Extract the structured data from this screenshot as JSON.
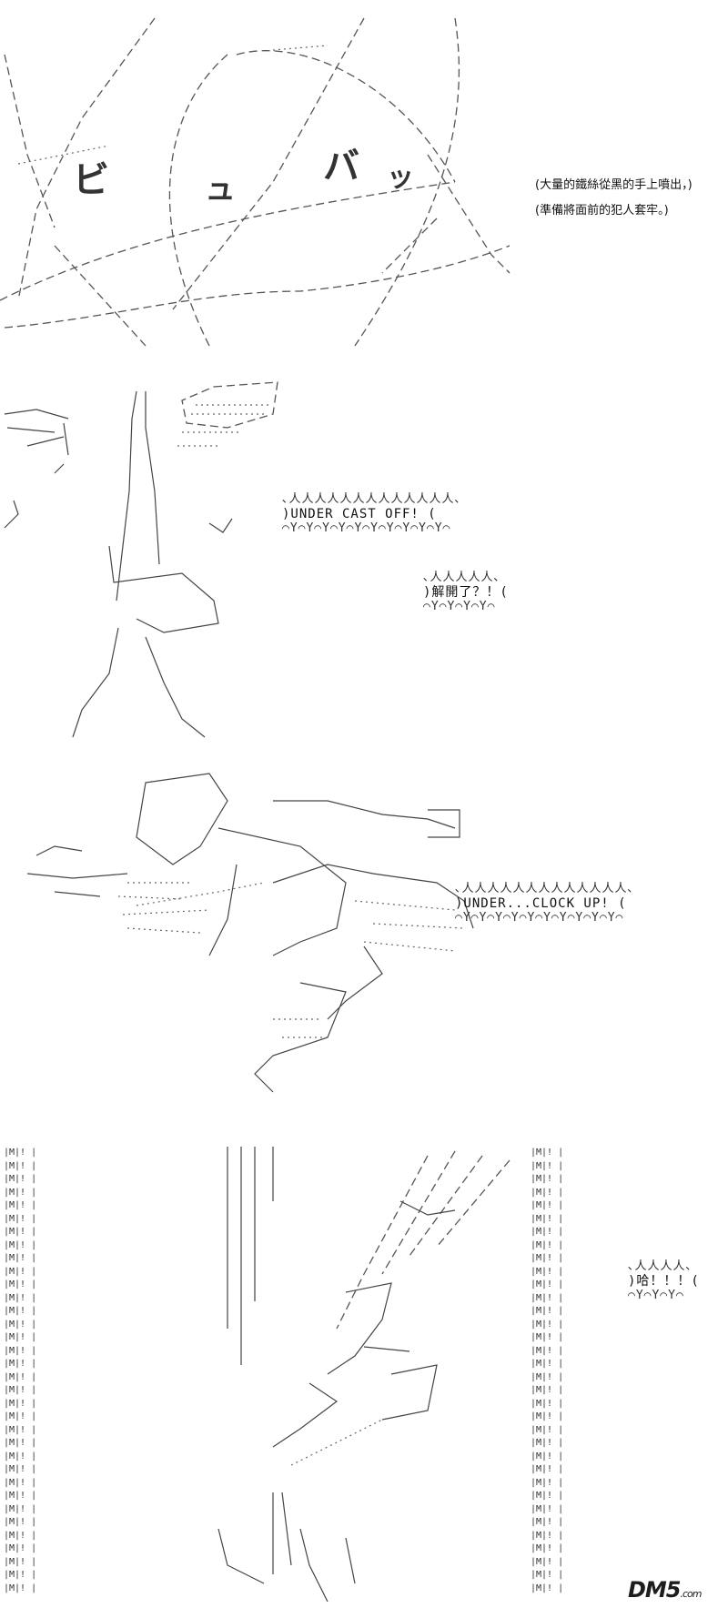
{
  "panel1": {
    "sfx": [
      "ビ",
      "ュ",
      "バ",
      "ッ"
    ],
    "captions": [
      "(大量的鐵絲從黑的手上噴出，)",
      "(準備將面前的犯人套牢。)"
    ]
  },
  "panel2": {
    "burst_top": ")UNDER CAST OFF! (",
    "burst_small": ")解開了？！(",
    "burst_deco_top": "､人人人人人人人人人人人人人､",
    "burst_deco_bottom": "⌒Y⌒Y⌒Y⌒Y⌒Y⌒Y⌒Y⌒Y⌒Y⌒Y⌒",
    "burst_small_deco_top": "､人人人人人､",
    "burst_small_deco_bottom": "⌒Y⌒Y⌒Y⌒Y⌒"
  },
  "panel3": {
    "burst": ")UNDER...CLOCK UP! (",
    "burst_deco_top": "､人人人人人人人人人人人人人､",
    "burst_deco_bottom": "⌒Y⌒Y⌒Y⌒Y⌒Y⌒Y⌒Y⌒Y⌒Y⌒Y⌒"
  },
  "panel4": {
    "burst": ")哈！！！(",
    "burst_deco_top": "､人人人人､",
    "burst_deco_bottom": "⌒Y⌒Y⌒Y⌒",
    "bar_glyph": "|M|! |"
  },
  "watermark": {
    "brand": "DM5",
    "suffix": ".com"
  }
}
